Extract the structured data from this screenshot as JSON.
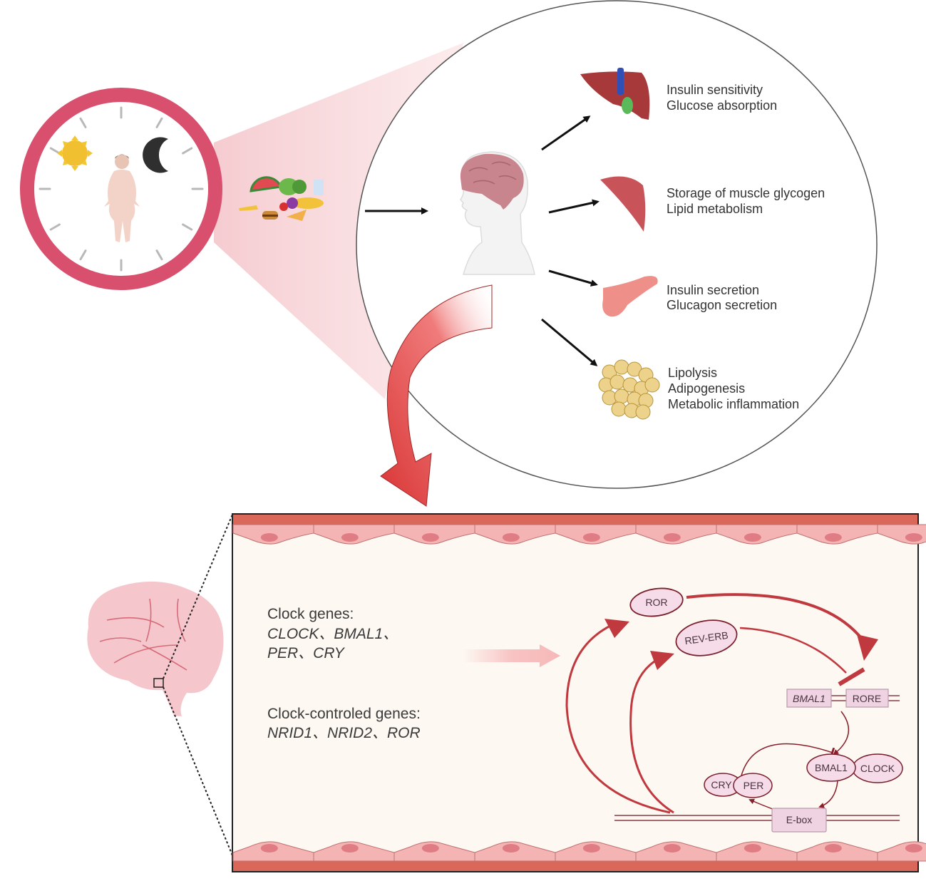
{
  "clock_panel": {
    "description": "Circadian clock with day and night",
    "icons": [
      "sun-icon",
      "moon-icon",
      "obese-person-icon",
      "food-icon"
    ],
    "ring_color": "#d8506e"
  },
  "zoom_circle": {
    "head_icon": "human-head-brain-icon",
    "outputs": [
      {
        "organ": "liver",
        "icon": "liver-icon",
        "lines": [
          "Insulin sensitivity",
          "Glucose absorption"
        ]
      },
      {
        "organ": "muscle",
        "icon": "muscle-icon",
        "lines": [
          "Storage of muscle glycogen",
          "Lipid metabolism"
        ]
      },
      {
        "organ": "pancreas",
        "icon": "pancreas-icon",
        "lines": [
          "Insulin secretion",
          "Glucagon secretion"
        ]
      },
      {
        "organ": "adipose",
        "icon": "adipose-tissue-icon",
        "lines": [
          "Lipolysis",
          "Adipogenesis",
          "Metabolic inflammation"
        ]
      }
    ]
  },
  "vessel_panel": {
    "brain_icon": "brain-icon",
    "clock_genes_title": "Clock genes:",
    "clock_genes_line1": "CLOCK、BMAL1、",
    "clock_genes_line2": "PER、CRY",
    "ccg_title": "Clock-controled genes:",
    "ccg_line": "NRID1、NRID2、ROR",
    "nodes": {
      "ror": "ROR",
      "reverb": "REV-ERB",
      "bmal1_gene": "BMAL1",
      "rore": "RORE",
      "bmal1": "BMAL1",
      "clock": "CLOCK",
      "cry": "CRY",
      "per": "PER",
      "ebox": "E-box"
    },
    "colors": {
      "vessel_wall": "#d9685a",
      "cell": "#f2b3b3",
      "lumen": "#fdf8f2",
      "arrow": "#c0393f",
      "node_fill": "#f6dbe9",
      "node_stroke": "#7a1f2c"
    }
  }
}
